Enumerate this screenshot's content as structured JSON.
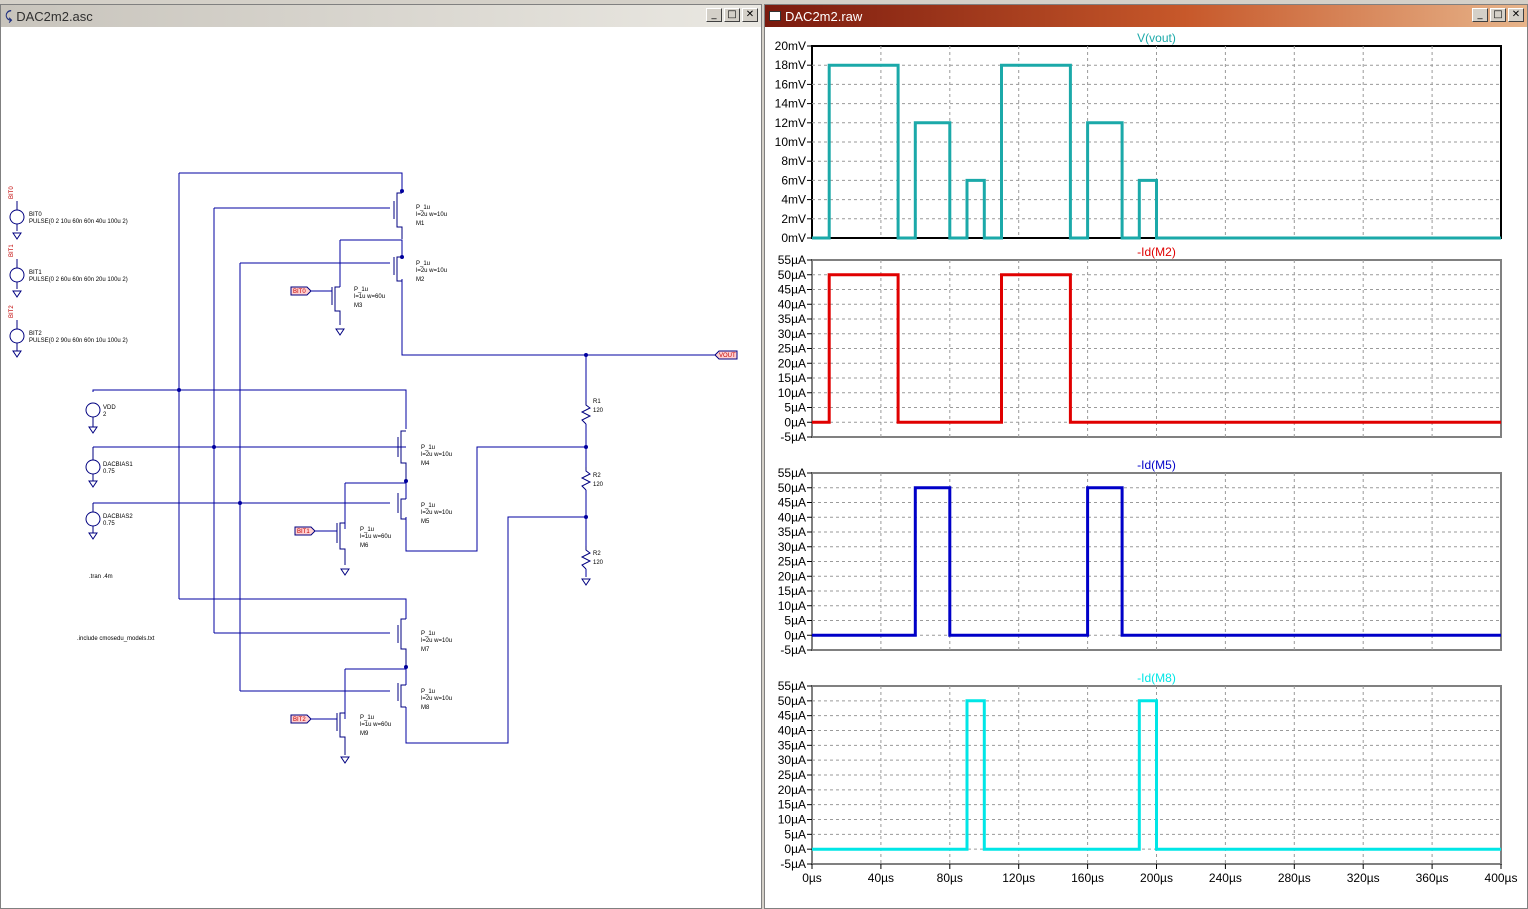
{
  "schematic": {
    "title": "DAC2m2.asc",
    "sources": [
      {
        "label": "BIT0",
        "name": "BIT0",
        "value": "PULSE(0 2 10u 60n 60n 40u 100u 2)"
      },
      {
        "label": "BIT1",
        "name": "BIT1",
        "value": "PULSE(0 2 60u 60n 60n 20u 100u 2)"
      },
      {
        "label": "BIT2",
        "name": "BIT2",
        "value": "PULSE(0 2 90u 60n 60n 10u 100u 2)"
      },
      {
        "name": "VDD",
        "value": "2"
      },
      {
        "name": "DACBIAS1",
        "value": "0.75"
      },
      {
        "name": "DACBIAS2",
        "value": "0.75"
      }
    ],
    "transistors": [
      {
        "model": "P_1u",
        "params": "l=2u w=10u",
        "name": "M1"
      },
      {
        "model": "P_1u",
        "params": "l=2u w=10u",
        "name": "M2"
      },
      {
        "model": "P_1u",
        "params": "l=1u w=60u",
        "name": "M3"
      },
      {
        "model": "P_1u",
        "params": "l=2u w=10u",
        "name": "M4"
      },
      {
        "model": "P_1u",
        "params": "l=2u w=10u",
        "name": "M5"
      },
      {
        "model": "P_1u",
        "params": "l=1u w=60u",
        "name": "M6"
      },
      {
        "model": "P_1u",
        "params": "l=2u w=10u",
        "name": "M7"
      },
      {
        "model": "P_1u",
        "params": "l=2u w=10u",
        "name": "M8"
      },
      {
        "model": "P_1u",
        "params": "l=1u w=60u",
        "name": "M9"
      }
    ],
    "resistors": [
      {
        "name": "R1",
        "value": "120"
      },
      {
        "name": "R2",
        "value": "120"
      },
      {
        "name": "R2",
        "value": "120"
      }
    ],
    "gate_labels": [
      "BIT0",
      "BIT1",
      "BIT2"
    ],
    "out_label": "VOUT",
    "directives": [
      ".tran .4m",
      ".include cmosedu_models.txt"
    ]
  },
  "waveform": {
    "title": "DAC2m2.raw",
    "colors": {
      "vout": "#1ba9a9",
      "m2": "#e00000",
      "m5": "#0000c8",
      "m8": "#00e6e6",
      "grid": "#9a9a9a"
    },
    "x_ticks": [
      "0µs",
      "40µs",
      "80µs",
      "120µs",
      "160µs",
      "200µs",
      "240µs",
      "280µs",
      "320µs",
      "360µs",
      "400µs"
    ],
    "chart_data": [
      {
        "type": "line",
        "title": "V(vout)",
        "ylim": [
          0,
          20
        ],
        "y_ticks": [
          "20mV",
          "18mV",
          "16mV",
          "14mV",
          "12mV",
          "10mV",
          "8mV",
          "6mV",
          "4mV",
          "2mV",
          "0mV"
        ],
        "x": [
          0,
          10,
          10,
          50,
          50,
          60,
          60,
          80,
          80,
          90,
          90,
          100,
          100,
          110,
          110,
          150,
          150,
          160,
          160,
          180,
          180,
          190,
          190,
          200,
          200,
          400
        ],
        "y": [
          0,
          0,
          18,
          18,
          0,
          0,
          12,
          12,
          0,
          0,
          6,
          6,
          0,
          0,
          18,
          18,
          0,
          0,
          12,
          12,
          0,
          0,
          6,
          6,
          0,
          0
        ]
      },
      {
        "type": "line",
        "title": "-Id(M2)",
        "ylim": [
          -5,
          55
        ],
        "y_ticks": [
          "55µA",
          "50µA",
          "45µA",
          "40µA",
          "35µA",
          "30µA",
          "25µA",
          "20µA",
          "15µA",
          "10µA",
          "5µA",
          "0µA",
          "-5µA"
        ],
        "x": [
          0,
          10,
          10,
          50,
          50,
          110,
          110,
          150,
          150,
          400
        ],
        "y": [
          0,
          0,
          50,
          50,
          0,
          0,
          50,
          50,
          0,
          0
        ]
      },
      {
        "type": "line",
        "title": "-Id(M5)",
        "ylim": [
          -5,
          55
        ],
        "y_ticks": [
          "55µA",
          "50µA",
          "45µA",
          "40µA",
          "35µA",
          "30µA",
          "25µA",
          "20µA",
          "15µA",
          "10µA",
          "5µA",
          "0µA",
          "-5µA"
        ],
        "x": [
          0,
          60,
          60,
          80,
          80,
          160,
          160,
          180,
          180,
          400
        ],
        "y": [
          0,
          0,
          50,
          50,
          0,
          0,
          50,
          50,
          0,
          0
        ]
      },
      {
        "type": "line",
        "title": "-Id(M8)",
        "ylim": [
          -5,
          55
        ],
        "y_ticks": [
          "55µA",
          "50µA",
          "45µA",
          "40µA",
          "35µA",
          "30µA",
          "25µA",
          "20µA",
          "15µA",
          "10µA",
          "5µA",
          "0µA",
          "-5µA"
        ],
        "x": [
          0,
          90,
          90,
          100,
          100,
          190,
          190,
          200,
          200,
          400
        ],
        "y": [
          0,
          0,
          50,
          50,
          0,
          0,
          50,
          50,
          0,
          0
        ]
      }
    ]
  }
}
